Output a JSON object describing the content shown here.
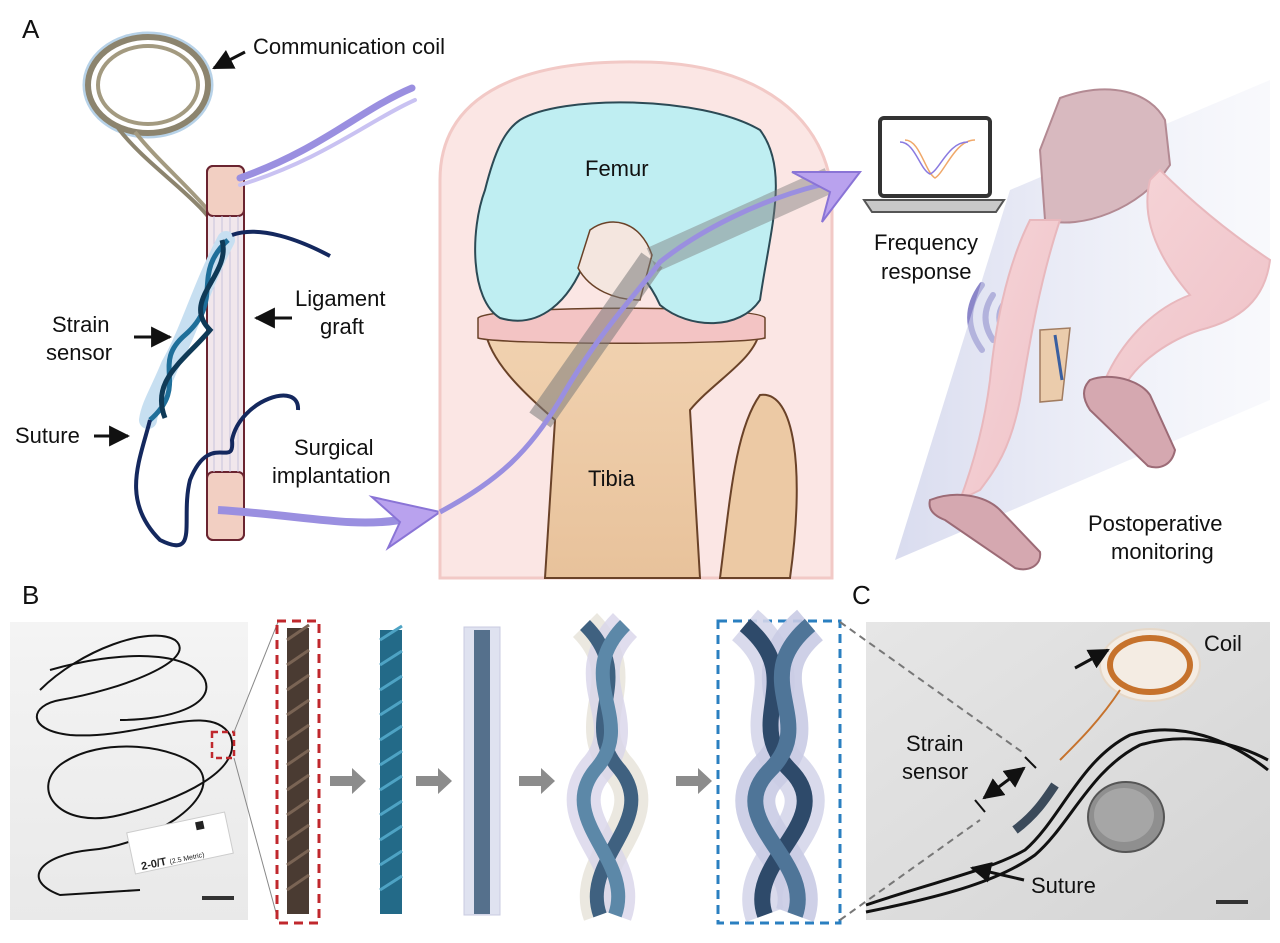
{
  "panels": {
    "a": "A",
    "b": "B",
    "c": "C"
  },
  "panel_a": {
    "communication_coil": "Communication coil",
    "strain_sensor": [
      "Strain",
      "sensor"
    ],
    "ligament_graft": [
      "Ligament",
      "graft"
    ],
    "suture": "Suture",
    "surgical_implantation": [
      "Surgical",
      "implantation"
    ],
    "femur": "Femur",
    "tibia": "Tibia",
    "frequency_response": [
      "Frequency",
      "response"
    ],
    "postoperative_monitoring": [
      "Postoperative",
      "monitoring"
    ]
  },
  "panel_b": {
    "package_label": "2-0/T",
    "package_sub": "(2.5 Metric)"
  },
  "panel_c": {
    "coil": "Coil",
    "strain_sensor": [
      "Strain",
      "sensor"
    ],
    "suture": "Suture"
  },
  "colors": {
    "sensor_blue": "#1f6f9a",
    "suture_navy": "#14285e",
    "tube_purple": "#9a8fe0",
    "femur_cyan": "#bfeef2",
    "bone_tan": "#ecc9a4",
    "red_box": "#c0282d",
    "blue_box": "#2a7fc0",
    "arrow_gray": "#8c8c8c"
  }
}
